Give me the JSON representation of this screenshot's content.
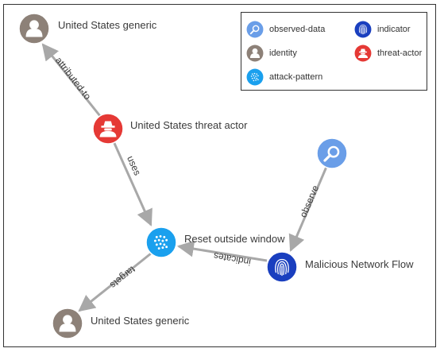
{
  "colors": {
    "observed_data": "#6a9ee8",
    "identity": "#8d8178",
    "threat_actor": "#e53935",
    "attack_pattern": "#1aa0ee",
    "indicator": "#1a3fbf",
    "edge": "#a8a8a8"
  },
  "nodes": {
    "identity_top": {
      "label": "United States generic",
      "icon": "identity-icon"
    },
    "threat_actor": {
      "label": "United States threat actor",
      "icon": "threat-actor-icon"
    },
    "observed_data": {
      "label": "",
      "icon": "observed-data-icon"
    },
    "attack_pattern": {
      "label": "Reset outside window",
      "icon": "attack-pattern-icon"
    },
    "indicator": {
      "label": "Malicious Network Flow",
      "icon": "indicator-icon"
    },
    "identity_bottom": {
      "label": "United States generic",
      "icon": "identity-icon"
    }
  },
  "edges": {
    "attributed_to": {
      "label": "attributed-to"
    },
    "uses": {
      "label": "uses"
    },
    "observe": {
      "label": "observe"
    },
    "indicates": {
      "label": "indicates"
    },
    "targets": {
      "label": "targets"
    }
  },
  "legend": {
    "items": [
      {
        "label": "observed-data",
        "icon": "observed-data-icon"
      },
      {
        "label": "indicator",
        "icon": "indicator-icon"
      },
      {
        "label": "identity",
        "icon": "identity-icon"
      },
      {
        "label": "threat-actor",
        "icon": "threat-actor-icon"
      },
      {
        "label": "attack-pattern",
        "icon": "attack-pattern-icon"
      }
    ]
  }
}
